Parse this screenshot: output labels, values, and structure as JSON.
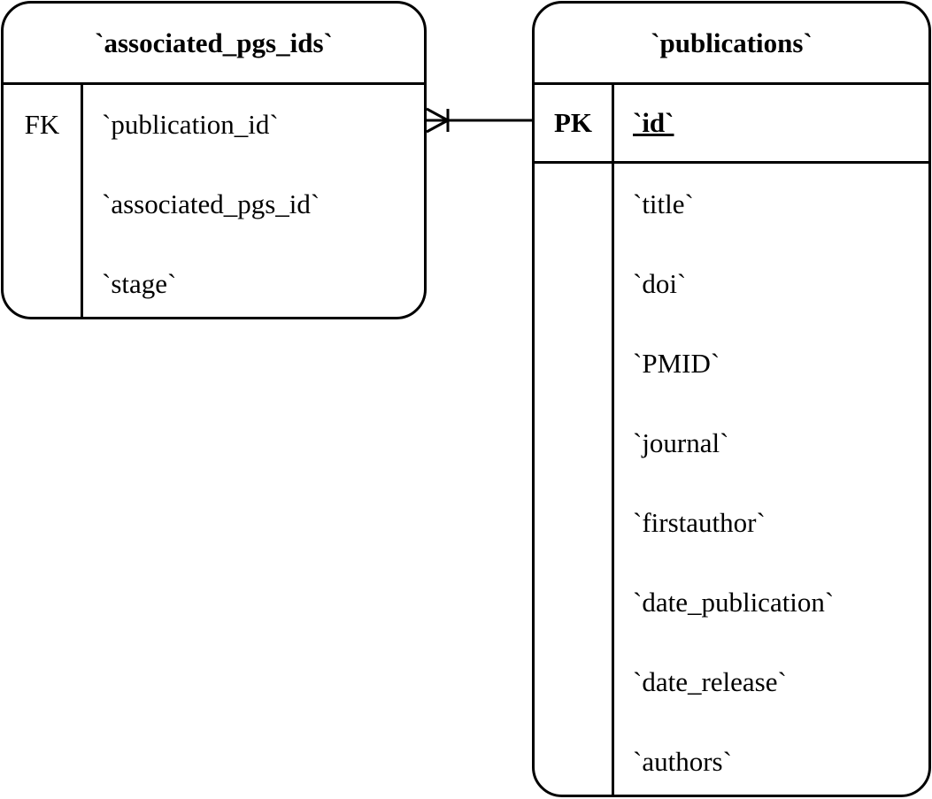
{
  "entities": {
    "associated": {
      "title": "`associated_pgs_ids`",
      "rows": [
        {
          "key": "FK",
          "field": "`publication_id`"
        },
        {
          "key": "",
          "field": "`associated_pgs_id`"
        },
        {
          "key": "",
          "field": "`stage`"
        }
      ]
    },
    "publications": {
      "title": "`publications`",
      "primary": {
        "key": "PK",
        "field": "`id`"
      },
      "rows": [
        {
          "field": "`title`"
        },
        {
          "field": "`doi`"
        },
        {
          "field": "`PMID`"
        },
        {
          "field": "`journal`"
        },
        {
          "field": "`firstauthor`"
        },
        {
          "field": "`date_publication`"
        },
        {
          "field": "`date_release`"
        },
        {
          "field": "`authors`"
        }
      ]
    }
  },
  "relationship": {
    "from": "associated.publication_id",
    "to": "publications.id",
    "cardinality": "one-to-many"
  }
}
